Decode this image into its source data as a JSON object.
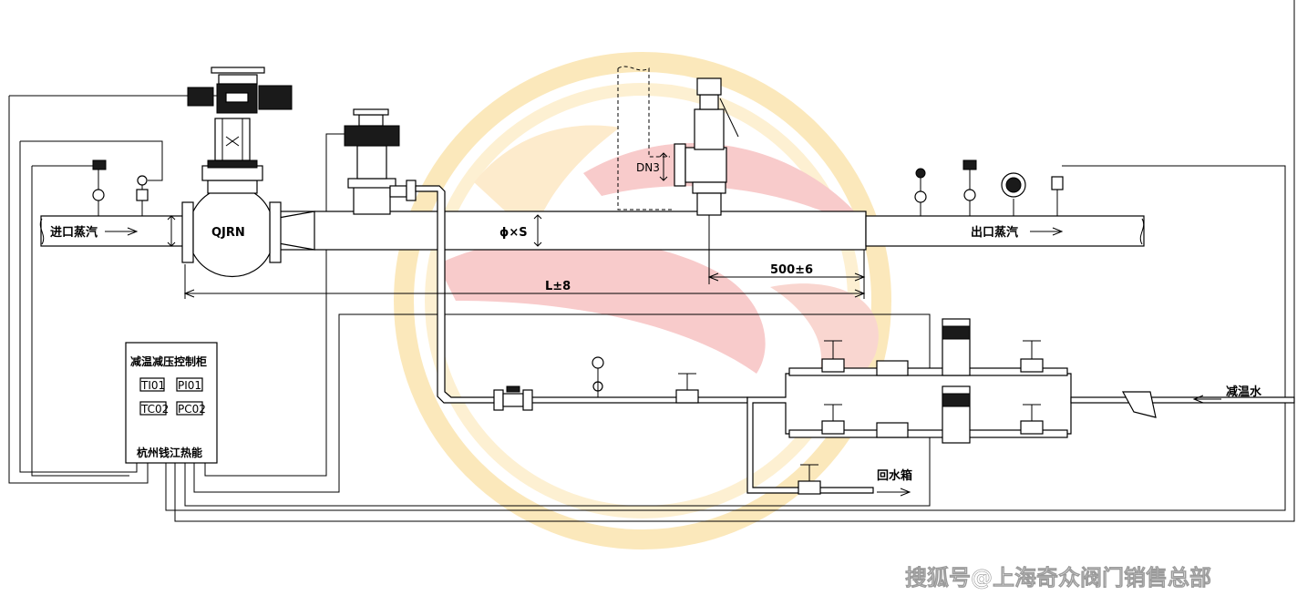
{
  "labels": {
    "inlet_steam": "进口蒸汽",
    "outlet_steam": "出口蒸汽",
    "valve_model": "QJRN",
    "pipe_spec": "ϕ×S",
    "dn_label": "DN3",
    "dim_500": "500±6",
    "dim_L": "L±8",
    "cooling_water": "减温水",
    "return_tank": "回水箱"
  },
  "cabinet": {
    "title": "减温减压控制柜",
    "tags": [
      "TI01",
      "PI01",
      "TC02",
      "PC02"
    ],
    "maker": "杭州钱江热能"
  },
  "watermark": "搜狐号@上海奇众阀门销售总部",
  "colors": {
    "logo_yellow": "#fbe5b0",
    "logo_red": "#f7c2c2",
    "line": "#000000"
  }
}
